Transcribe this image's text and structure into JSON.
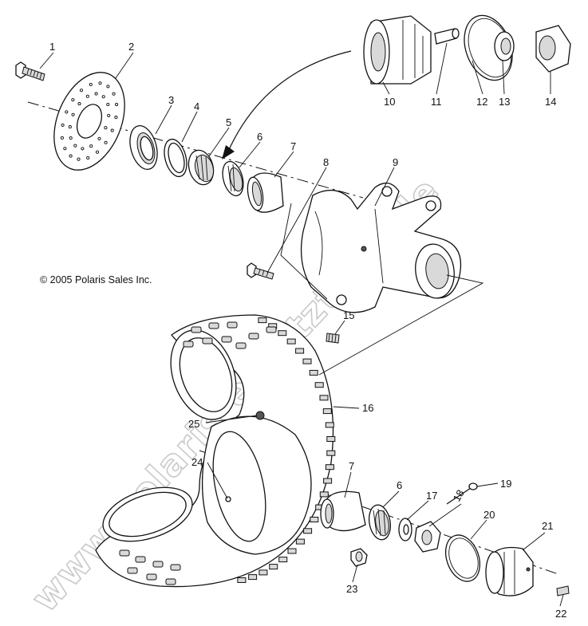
{
  "copyright": "© 2005 Polaris Sales Inc.",
  "watermark": "www.polaris-ersatzteile.de",
  "callouts": [
    {
      "id": "1",
      "label": "1"
    },
    {
      "id": "2",
      "label": "2"
    },
    {
      "id": "3",
      "label": "3"
    },
    {
      "id": "4",
      "label": "4"
    },
    {
      "id": "5",
      "label": "5"
    },
    {
      "id": "6a",
      "label": "6"
    },
    {
      "id": "7a",
      "label": "7"
    },
    {
      "id": "8",
      "label": "8"
    },
    {
      "id": "9",
      "label": "9"
    },
    {
      "id": "10",
      "label": "10"
    },
    {
      "id": "11",
      "label": "11"
    },
    {
      "id": "12",
      "label": "12"
    },
    {
      "id": "13",
      "label": "13"
    },
    {
      "id": "14",
      "label": "14"
    },
    {
      "id": "15",
      "label": "15"
    },
    {
      "id": "16",
      "label": "16"
    },
    {
      "id": "25",
      "label": "25"
    },
    {
      "id": "24",
      "label": "24"
    },
    {
      "id": "7b",
      "label": "7"
    },
    {
      "id": "6b",
      "label": "6"
    },
    {
      "id": "17",
      "label": "17"
    },
    {
      "id": "18",
      "label": "18"
    },
    {
      "id": "19",
      "label": "19"
    },
    {
      "id": "20",
      "label": "20"
    },
    {
      "id": "21",
      "label": "21"
    },
    {
      "id": "22",
      "label": "22"
    },
    {
      "id": "23",
      "label": "23"
    }
  ]
}
